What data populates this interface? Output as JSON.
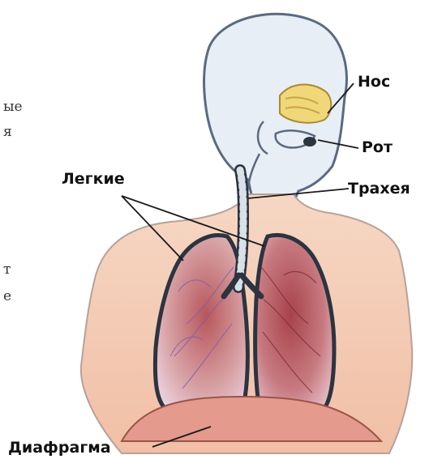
{
  "labels": {
    "nose": "Нос",
    "mouth": "Рот",
    "trachea": "Трахея",
    "lungs": "Легкие",
    "diaphragm": "Диафрагма"
  },
  "edge_text": [
    "ые",
    "я",
    "т",
    "е"
  ],
  "colors": {
    "skin": "#e8eef6",
    "outline": "#5a6a80",
    "torso_skin": "#f2c9b0",
    "lung_fill": "#c98a8e",
    "lung_outline": "#2c3440",
    "diaphragm": "#e49a8c",
    "nasal": "#f0d77a",
    "trachea_ring": "#d8e0e8",
    "leader": "#1a1a1a"
  }
}
